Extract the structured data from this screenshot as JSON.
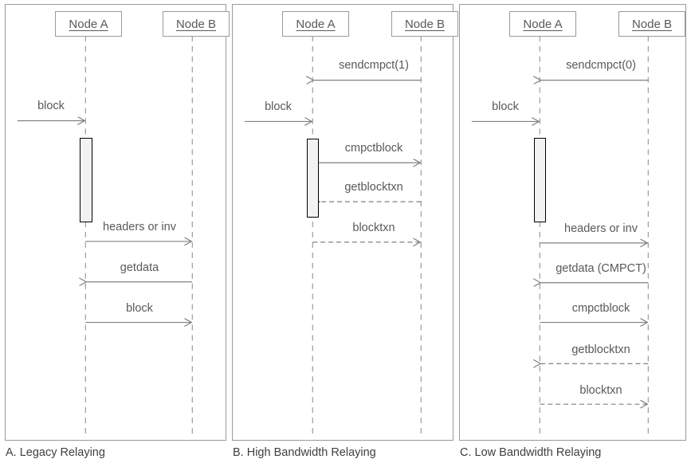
{
  "figure": {
    "title": "Bitcoin block relay sequence diagrams",
    "colors": {
      "panel_border": "#9a9a9a",
      "lifeline": "#9a9a9a",
      "arrow": "#808080",
      "activation_fill": "#f2f2f2",
      "activation_border": "#000000",
      "text": "#595959",
      "caption_text": "#3f3f3f"
    }
  },
  "panels": [
    {
      "id": "a",
      "caption": "A. Legacy Relaying",
      "participants": [
        {
          "id": "node-a",
          "label": "Node A"
        },
        {
          "id": "node-b",
          "label": "Node B"
        }
      ],
      "messages": [
        {
          "label": "block",
          "from": "external",
          "to": "node-a",
          "style": "solid",
          "direction": "right"
        },
        {
          "label": "headers or inv",
          "from": "node-a",
          "to": "node-b",
          "style": "solid",
          "direction": "right"
        },
        {
          "label": "getdata",
          "from": "node-b",
          "to": "node-a",
          "style": "solid",
          "direction": "left"
        },
        {
          "label": "block",
          "from": "node-a",
          "to": "node-b",
          "style": "solid",
          "direction": "right"
        }
      ]
    },
    {
      "id": "b",
      "caption": "B. High Bandwidth Relaying",
      "participants": [
        {
          "id": "node-a",
          "label": "Node A"
        },
        {
          "id": "node-b",
          "label": "Node B"
        }
      ],
      "messages": [
        {
          "label": "sendcmpct(1)",
          "from": "node-b",
          "to": "node-a",
          "style": "solid",
          "direction": "left"
        },
        {
          "label": "block",
          "from": "external",
          "to": "node-a",
          "style": "solid",
          "direction": "right"
        },
        {
          "label": "cmpctblock",
          "from": "node-a",
          "to": "node-b",
          "style": "solid",
          "direction": "right"
        },
        {
          "label": "getblocktxn",
          "from": "node-b",
          "to": "node-a",
          "style": "dashed",
          "direction": "left"
        },
        {
          "label": "blocktxn",
          "from": "node-a",
          "to": "node-b",
          "style": "dashed",
          "direction": "right"
        }
      ]
    },
    {
      "id": "c",
      "caption": "C. Low Bandwidth Relaying",
      "participants": [
        {
          "id": "node-a",
          "label": "Node A"
        },
        {
          "id": "node-b",
          "label": "Node B"
        }
      ],
      "messages": [
        {
          "label": "sendcmpct(0)",
          "from": "node-b",
          "to": "node-a",
          "style": "solid",
          "direction": "left"
        },
        {
          "label": "block",
          "from": "external",
          "to": "node-a",
          "style": "solid",
          "direction": "right"
        },
        {
          "label": "headers or inv",
          "from": "node-a",
          "to": "node-b",
          "style": "solid",
          "direction": "right"
        },
        {
          "label": "getdata (CMPCT)",
          "from": "node-b",
          "to": "node-a",
          "style": "solid",
          "direction": "left"
        },
        {
          "label": "cmpctblock",
          "from": "node-a",
          "to": "node-b",
          "style": "solid",
          "direction": "right"
        },
        {
          "label": "getblocktxn",
          "from": "node-b",
          "to": "node-a",
          "style": "dashed",
          "direction": "left"
        },
        {
          "label": "blocktxn",
          "from": "node-a",
          "to": "node-b",
          "style": "dashed",
          "direction": "right"
        }
      ]
    }
  ]
}
